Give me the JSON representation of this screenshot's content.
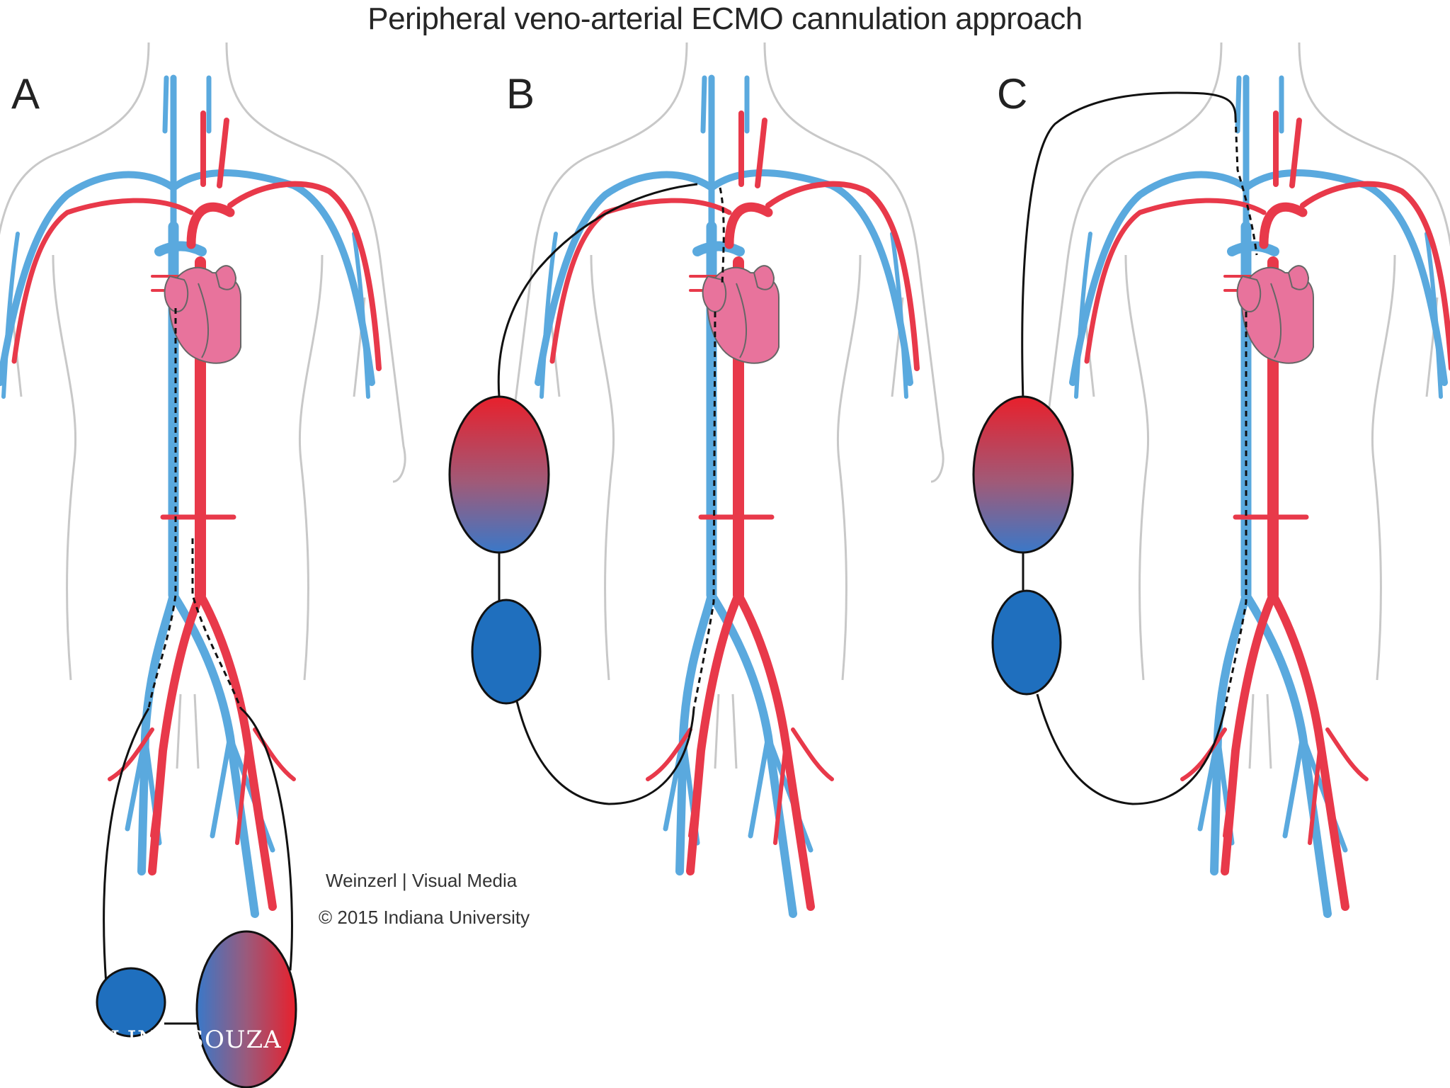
{
  "title": "Peripheral veno-arterial ECMO cannulation approach",
  "panels": [
    {
      "label": "A"
    },
    {
      "label": "B"
    },
    {
      "label": "C"
    }
  ],
  "credit": {
    "line1": "Weinzerl | Visual Media",
    "line2": "© 2015 Indiana University"
  },
  "watermark": "ELIN DSOUZA",
  "colors": {
    "artery": "#e8394a",
    "vein": "#5aa9de",
    "heart": "#e8739c",
    "pump": "#1f6fbe",
    "body_outline": "#c8c8c8",
    "circuit": "#111111"
  }
}
